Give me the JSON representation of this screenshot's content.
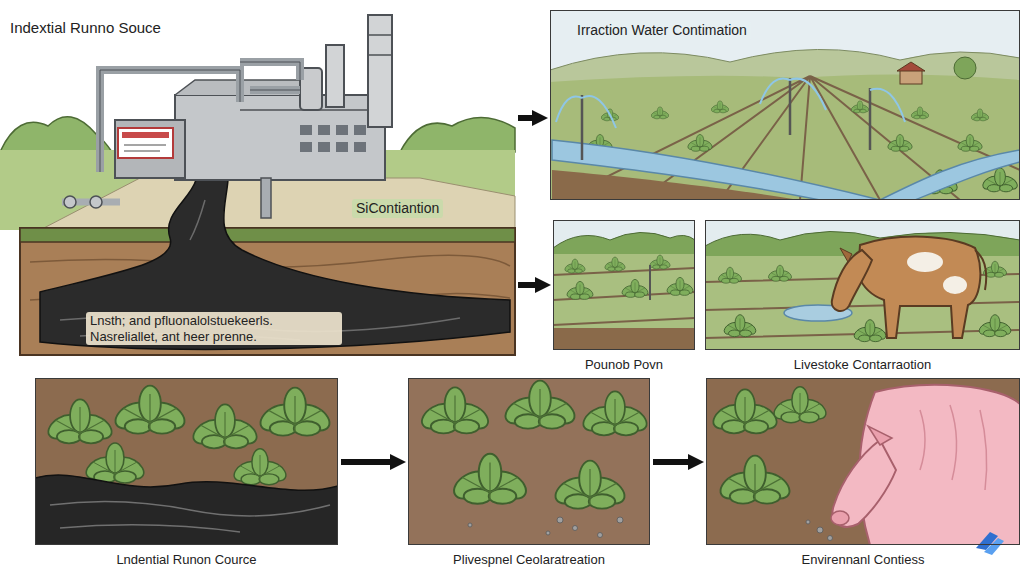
{
  "diagram": {
    "nodes": [
      {
        "text": [
          "Indextial Runno Souce",
          "SiContiantion",
          "Lnsth; and pfluonalolstuekeerls. Nasreliallet, ant heer prenne."
        ]
      },
      {
        "text": [
          "Irraction Water Contimation"
        ]
      },
      {
        "text": [
          "Pounob Povn"
        ]
      },
      {
        "text": [
          "Livestoke Contarraotion"
        ]
      },
      {
        "text": [
          "Lndential Runon Cource"
        ]
      },
      {
        "text": [
          "Plivespnel Ceolaratreation"
        ]
      },
      {
        "text": [
          "Envirennanl Contiess"
        ]
      }
    ],
    "edges": [
      {
        "from": 0,
        "to": 1,
        "arrow": "to"
      },
      {
        "from": 0,
        "to": 2,
        "arrow": "to"
      },
      {
        "from": 4,
        "to": 5,
        "arrow": "to"
      },
      {
        "from": 5,
        "to": 6,
        "arrow": "to"
      }
    ]
  }
}
